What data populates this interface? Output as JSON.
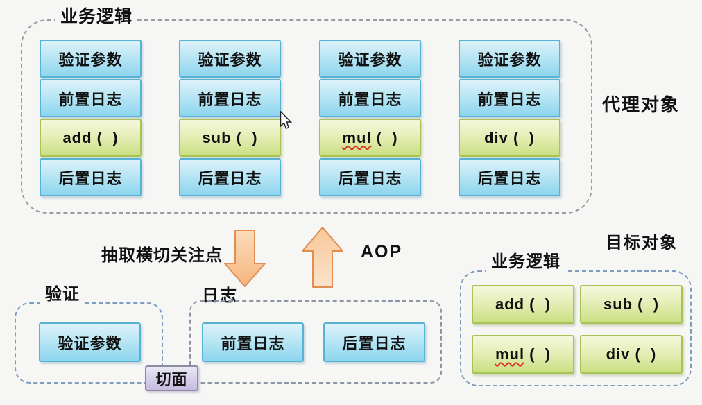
{
  "page": {
    "background_color": "#f6f6f5",
    "text_color": "#111111"
  },
  "colors": {
    "blue_box_border": "#58b2d4",
    "blue_box_gradient_top": "#ddf2fa",
    "blue_box_gradient_bottom": "#8dd5ee",
    "green_box_border": "#a6c455",
    "green_box_gradient_top": "#f4f8dc",
    "green_box_gradient_bottom": "#cbdf82",
    "arrow_fill_top": "#fbdcba",
    "arrow_fill_bottom": "#f6b57e",
    "arrow_border": "#e08e52",
    "aspect_tag_gradient_top": "#ebe8f5",
    "aspect_tag_gradient_bottom": "#c6bcdf",
    "aspect_tag_border": "#8d8aa6",
    "proxy_dash_color": "#9b9b9b",
    "blue_dash_color": "#7e9cc0",
    "gray_dash_color": "#8b95a5",
    "misspell_underline": "#d93025"
  },
  "proxy": {
    "container_label": "业务逻辑",
    "side_label": "代理对象",
    "columns": [
      {
        "validate": "验证参数",
        "before_log": "前置日志",
        "method_name": "add",
        "method_suffix": " (  )",
        "after_log": "后置日志"
      },
      {
        "validate": "验证参数",
        "before_log": "前置日志",
        "method_name": "sub",
        "method_suffix": " (  )",
        "after_log": "后置日志"
      },
      {
        "validate": "验证参数",
        "before_log": "前置日志",
        "method_name": "mul",
        "method_suffix": " (  )",
        "after_log": "后置日志"
      },
      {
        "validate": "验证参数",
        "before_log": "前置日志",
        "method_name": "div",
        "method_suffix": " (  )",
        "after_log": "后置日志"
      }
    ]
  },
  "middle": {
    "extract_label": "抽取横切关注点",
    "aop_label": "AOP"
  },
  "aspects": {
    "validation_group": {
      "label": "验证",
      "box": "验证参数"
    },
    "logging_group": {
      "label": "日志",
      "before_box": "前置日志",
      "after_box": "后置日志"
    },
    "aspect_tag": "切面"
  },
  "target": {
    "side_label": "目标对象",
    "container_label": "业务逻辑",
    "methods": [
      {
        "name": "add",
        "suffix": " (  )"
      },
      {
        "name": "sub",
        "suffix": " (  )"
      },
      {
        "name": "mul",
        "suffix": " (  )"
      },
      {
        "name": "div",
        "suffix": " (  )"
      }
    ]
  },
  "icons": {
    "down_arrow": "down-arrow-icon",
    "up_arrow": "up-arrow-icon",
    "cursor": "mouse-cursor-icon"
  }
}
